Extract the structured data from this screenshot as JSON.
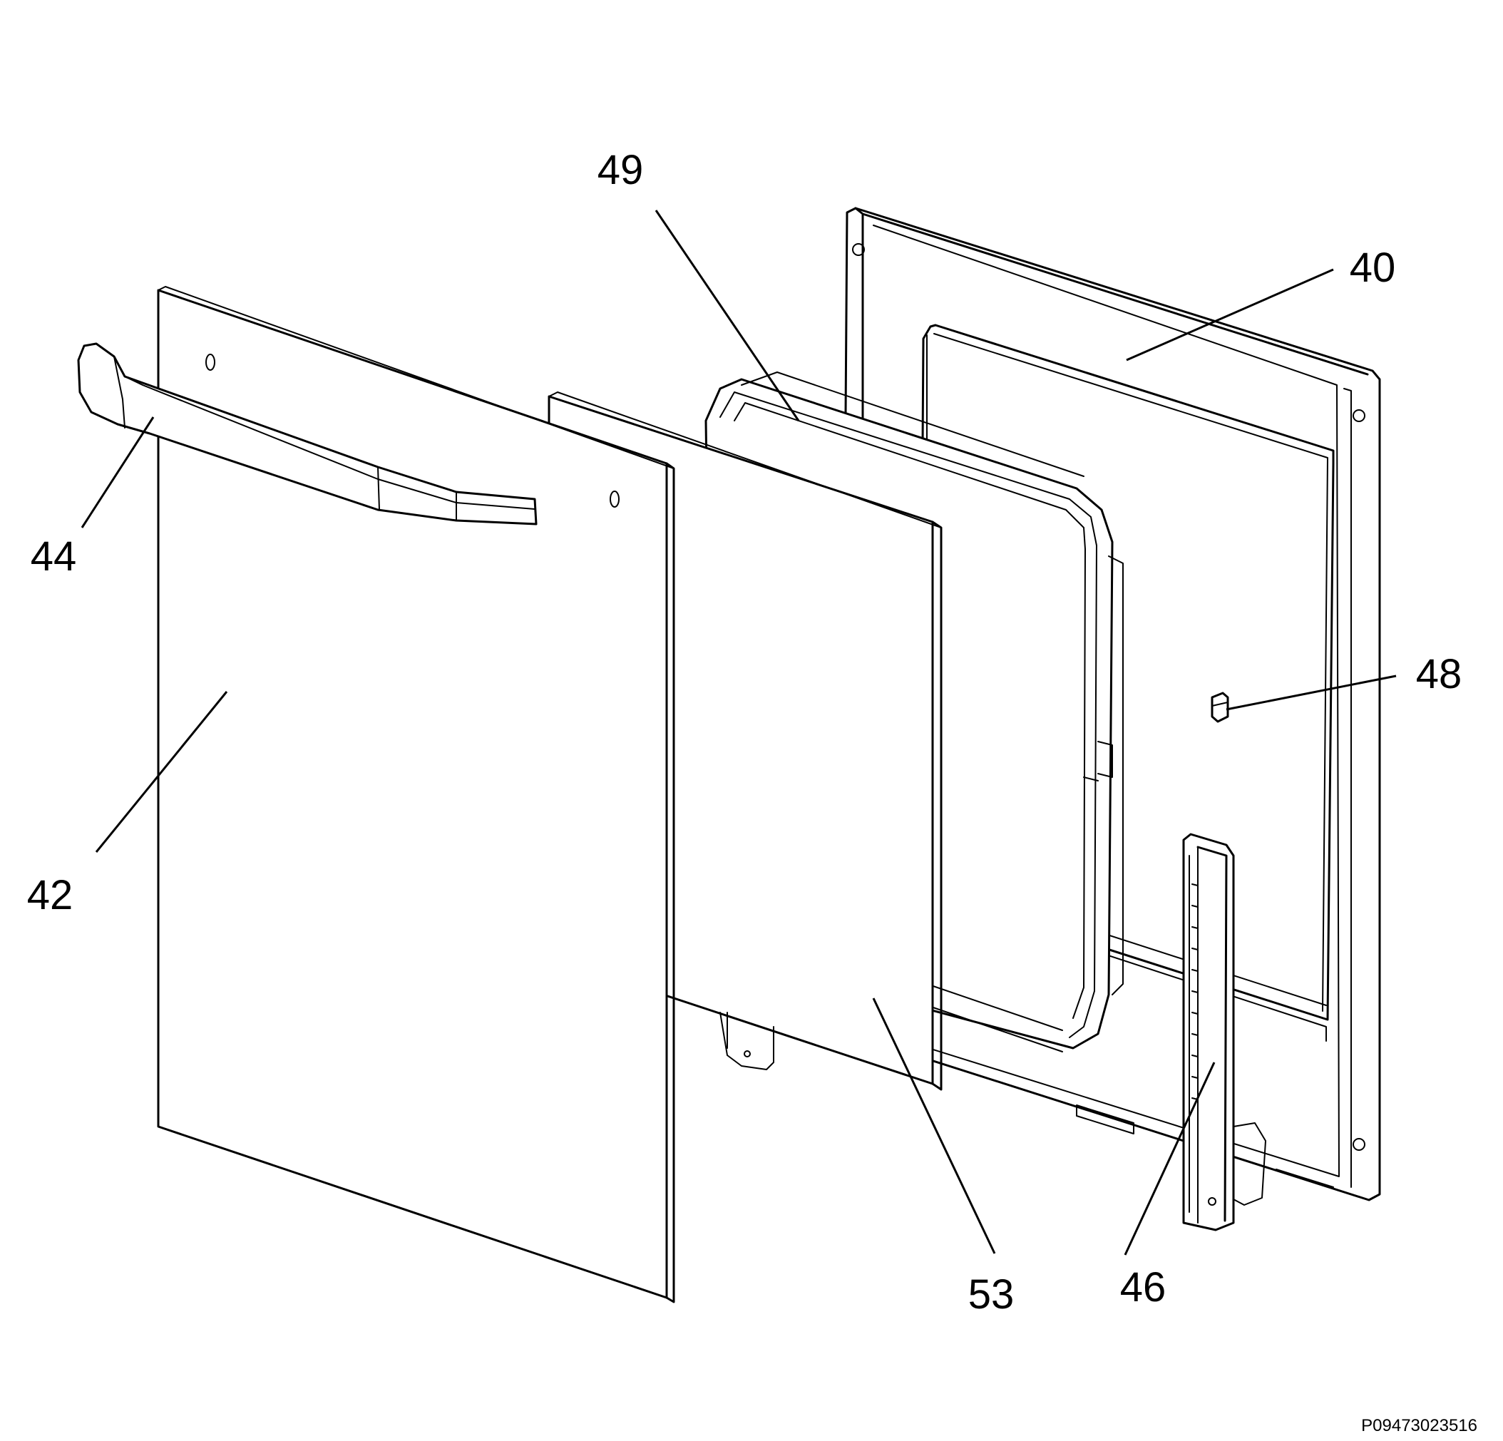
{
  "diagram": {
    "callouts": [
      {
        "id": "49",
        "text": "49"
      },
      {
        "id": "40",
        "text": "40"
      },
      {
        "id": "44",
        "text": "44"
      },
      {
        "id": "48",
        "text": "48"
      },
      {
        "id": "42",
        "text": "42"
      },
      {
        "id": "53",
        "text": "53"
      },
      {
        "id": "46",
        "text": "46"
      }
    ],
    "drawing_code": "P09473023516"
  }
}
